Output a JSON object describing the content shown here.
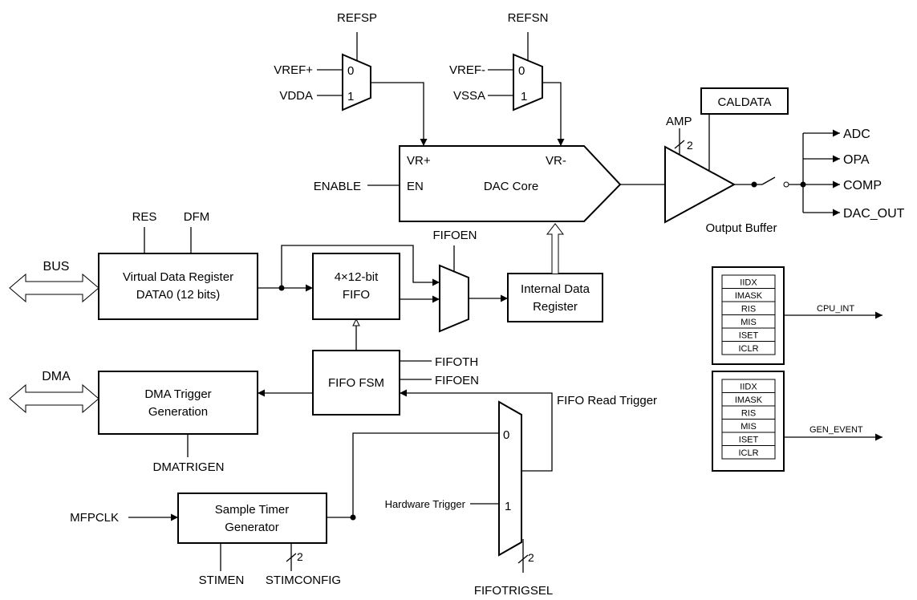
{
  "refs": {
    "refsp": "REFSP",
    "refsn": "REFSN",
    "vrefp": "VREF+",
    "vdda": "VDDA",
    "vrefn": "VREF-",
    "vssa": "VSSA",
    "m0": "0",
    "m1": "1"
  },
  "dac": {
    "vrp": "VR+",
    "vrn": "VR-",
    "core": "DAC Core",
    "en": "EN",
    "enable": "ENABLE"
  },
  "buffer": {
    "amp": "AMP",
    "amp_bits": "2",
    "caldata": "CALDATA",
    "label": "Output Buffer"
  },
  "outputs": [
    "ADC",
    "OPA",
    "COMP",
    "DAC_OUT"
  ],
  "vdr": {
    "res": "RES",
    "dfm": "DFM",
    "bus": "BUS",
    "line1": "Virtual Data Register",
    "line2": "DATA0 (12 bits)"
  },
  "fifo": {
    "line1": "4×12-bit",
    "line2": "FIFO",
    "fifoen_top": "FIFOEN"
  },
  "idr": {
    "line1": "Internal Data",
    "line2": "Register"
  },
  "fsm": {
    "label": "FIFO FSM",
    "fifoth": "FIFOTH",
    "fifoen": "FIFOEN"
  },
  "dma": {
    "bus": "DMA",
    "line1": "DMA Trigger",
    "line2": "Generation",
    "trigen": "DMATRIGEN"
  },
  "trig": {
    "read": "FIFO Read Trigger",
    "hw": "Hardware Trigger",
    "m0": "0",
    "m1": "1",
    "sel": "FIFOTRIGSEL",
    "sel_bits": "2"
  },
  "timer": {
    "mfpclk": "MFPCLK",
    "line1": "Sample Timer",
    "line2": "Generator",
    "stimen": "STIMEN",
    "stimconfig": "STIMCONFIG",
    "cfg_bits": "2"
  },
  "reg_cpu": {
    "rows": [
      "IIDX",
      "IMASK",
      "RIS",
      "MIS",
      "ISET",
      "ICLR"
    ],
    "out": "CPU_INT"
  },
  "reg_gen": {
    "rows": [
      "IIDX",
      "IMASK",
      "RIS",
      "MIS",
      "ISET",
      "ICLR"
    ],
    "out": "GEN_EVENT"
  }
}
